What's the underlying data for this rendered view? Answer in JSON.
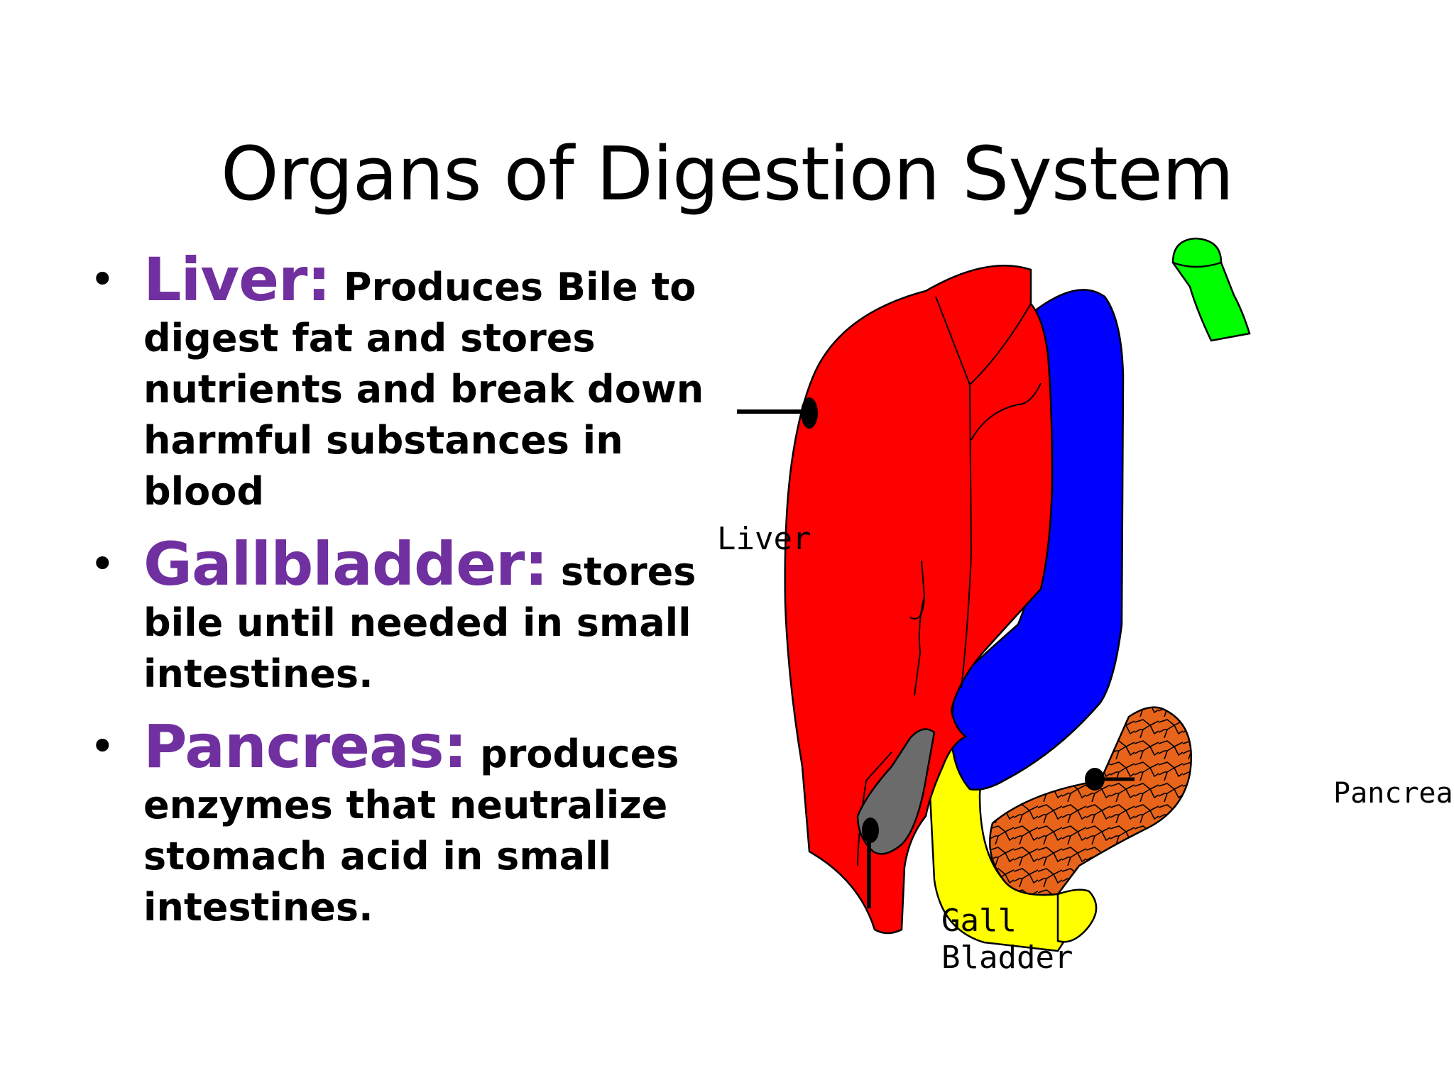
{
  "title": "Organs of Digestion System",
  "bullets": [
    {
      "term": "Liver:",
      "description": "Produces Bile to digest fat and stores nutrients and break down harmful substances in blood"
    },
    {
      "term": "Gallbladder:",
      "description": "stores bile until needed in small intestines."
    },
    {
      "term": "Pancreas:",
      "description": "produces enzymes that neutralize stomach acid in small intestines."
    }
  ],
  "diagram": {
    "labels": {
      "liver": "Liver",
      "gall_line1": "Gall",
      "gall_line2": "Bladder",
      "pancreas": "Pancreas"
    },
    "colors": {
      "liver": "#ff0000",
      "stomach": "#0000ff",
      "esophagus": "#00ff00",
      "gallbladder": "#6b6b6b",
      "duodenum": "#ffff00",
      "pancreas": "#e8641b",
      "term": "#7030a0"
    }
  }
}
